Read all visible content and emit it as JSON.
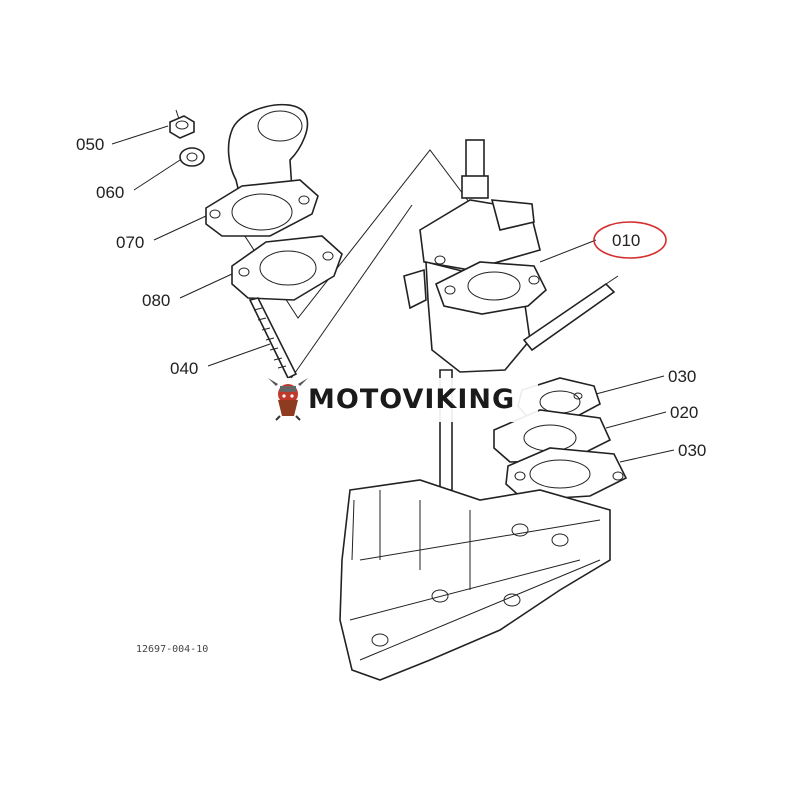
{
  "diagram": {
    "part_labels": {
      "p050": "050",
      "p060": "060",
      "p070": "070",
      "p080": "080",
      "p040": "040",
      "p010": "010",
      "p030a": "030",
      "p020": "020",
      "p030b": "030"
    },
    "drawing_code": "12697-004-10",
    "highlight_color": "#d32f2f"
  },
  "watermark": {
    "brand": "MOTOVIKING",
    "text_color": "#1a1a1a"
  }
}
